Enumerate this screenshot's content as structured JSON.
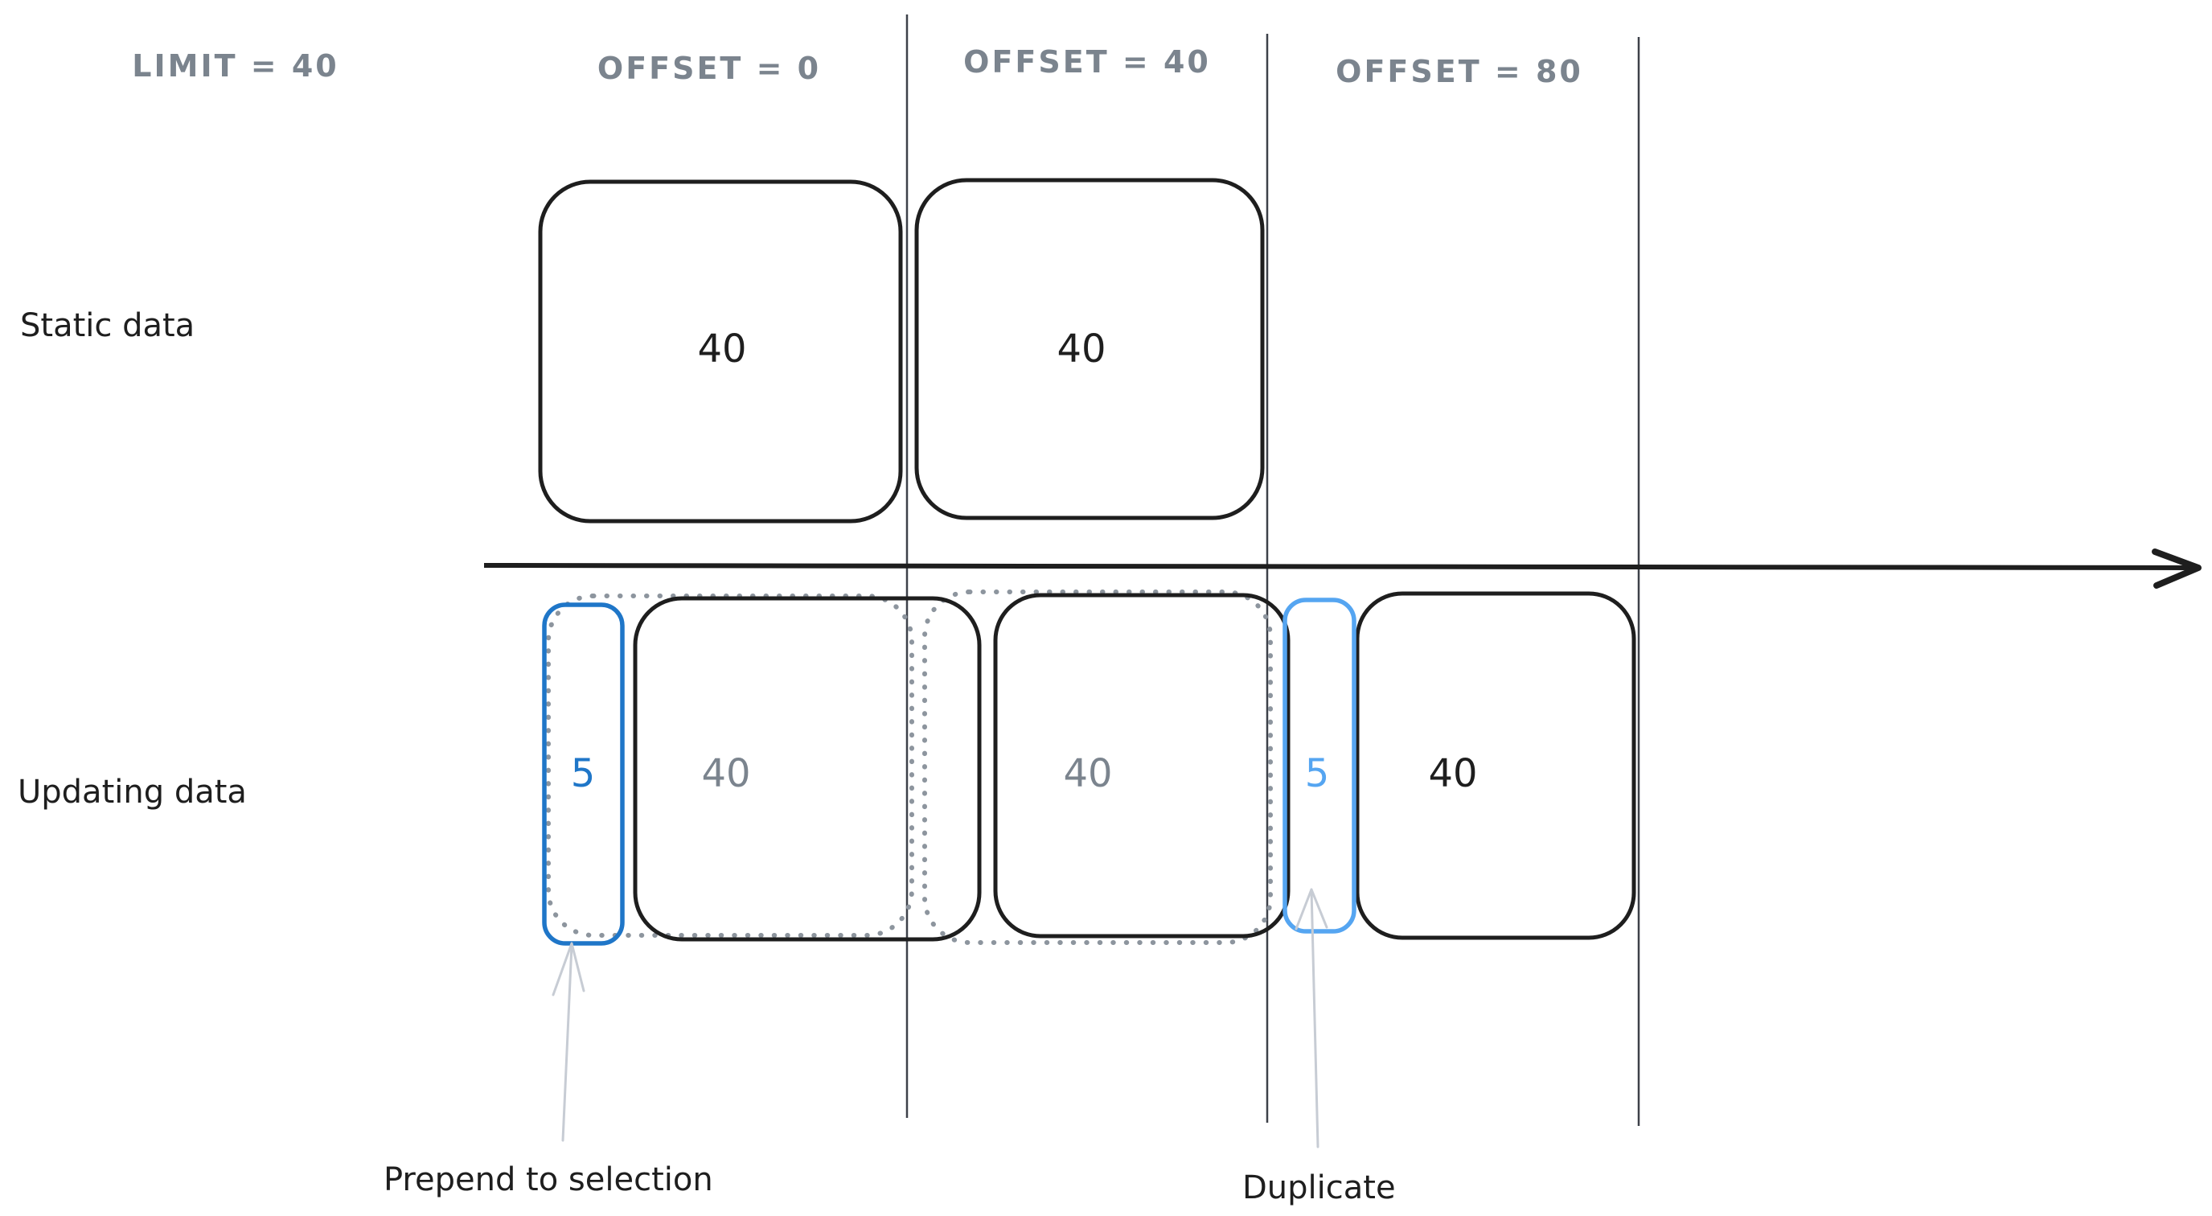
{
  "headers": {
    "limit": "LIMIT = 40",
    "offset_0": "OFFSET = 0",
    "offset_40": "OFFSET = 40",
    "offset_80": "OFFSET = 80"
  },
  "rows": {
    "static": "Static data",
    "updating": "Updating data"
  },
  "static_pages": {
    "page1": "40",
    "page2": "40"
  },
  "updating": {
    "prepended": "5",
    "page1": "40",
    "page2": "40",
    "duplicate": "5",
    "page3": "40"
  },
  "annotations": {
    "prepend": "Prepend to selection",
    "duplicate": "Duplicate"
  },
  "colors": {
    "ink": "#1e1e1e",
    "muted_gray": "#7b848e",
    "ghost_gray": "#8d959e",
    "divider_gray": "#3d4149",
    "blue_dark": "#1f76c8",
    "blue_light": "#55a5f1",
    "note_arrow_gray": "#c7ccd4"
  }
}
